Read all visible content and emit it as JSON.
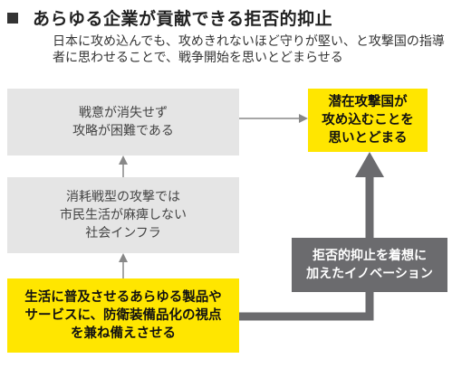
{
  "header": {
    "title": "あらゆる企業が貢献できる拒否的抑止",
    "subtitle": "日本に攻め込んでも、攻めきれないほど守りが堅い、と攻撃国の指導者に思わせることで、戦争開始を思いとどまらせる"
  },
  "boxes": {
    "morale": "戦意が消失せず\n攻略が困難である",
    "attrition": "消耗戦型の攻撃では\n市民生活が麻痺しない\n社会インフラ",
    "products": "生活に普及させるあらゆる製品や\nサービスに、防衛装備品化の視点\nを兼ね備えさせる",
    "goal": "潜在攻撃国が\n攻め込むことを\n思いとどまる",
    "innovation": "拒否的抑止を着想に\n加えたイノベーション"
  },
  "colors": {
    "accent": "#ffe600",
    "box_gray": "#e5e5e5",
    "box_dark": "#6b6b6e",
    "arrow_light": "#888888",
    "arrow_dark": "#6b6b6e"
  }
}
